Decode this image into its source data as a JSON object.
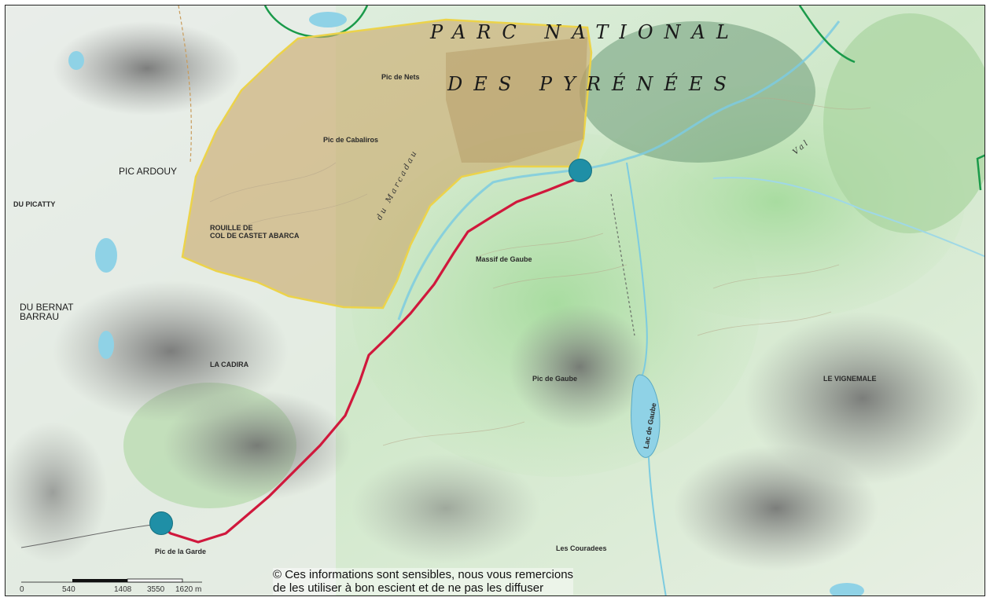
{
  "map": {
    "park_name_line1": "PARC NATIONAL",
    "park_name_line2": "DES PYRÉNÉES",
    "colors": {
      "route": "#d0183c",
      "marker": "#1f8fa6",
      "zone_fill": "#c9a96a",
      "zone_border": "#ecd34a",
      "park_boundary": "#1a9a4a",
      "water": "#8fd2e6"
    },
    "labels": {
      "pic_ardiden": "PIC ARDOUY",
      "pic_de_nets": "Pic de Nets",
      "pic_de_cabaliros": "Pic de Cabaliros",
      "massif_de_gaube": "Massif de Gaube",
      "du_marcadau": "du Marcadau",
      "val": "Val",
      "pic_de_gaube": "Pic de Gaube",
      "les_couradees": "Les Couradees",
      "du_bernat_barrau": "DU BERNAT\nBARRAU",
      "col_de_castet_abarca": "ROUILLE DE\nCOL DE CASTET ABARCA",
      "col_du_barrau": "DU PICATTY",
      "piquet": "Pic de la Garde",
      "lac": "Lac de Gaube",
      "la_pointe": "LA CADIRA",
      "le_vignemale": "LE VIGNEMALE"
    },
    "icons": {
      "start_marker": "circle-marker",
      "end_marker": "circle-marker"
    }
  },
  "scale": {
    "ticks": [
      "0",
      "540",
      "1408",
      "3550",
      "1620 m"
    ]
  },
  "disclaimer": {
    "line1": "© Ces informations sont sensibles, nous vous remercions",
    "line2": "de les utiliser à bon escient et de ne pas les diffuser"
  }
}
